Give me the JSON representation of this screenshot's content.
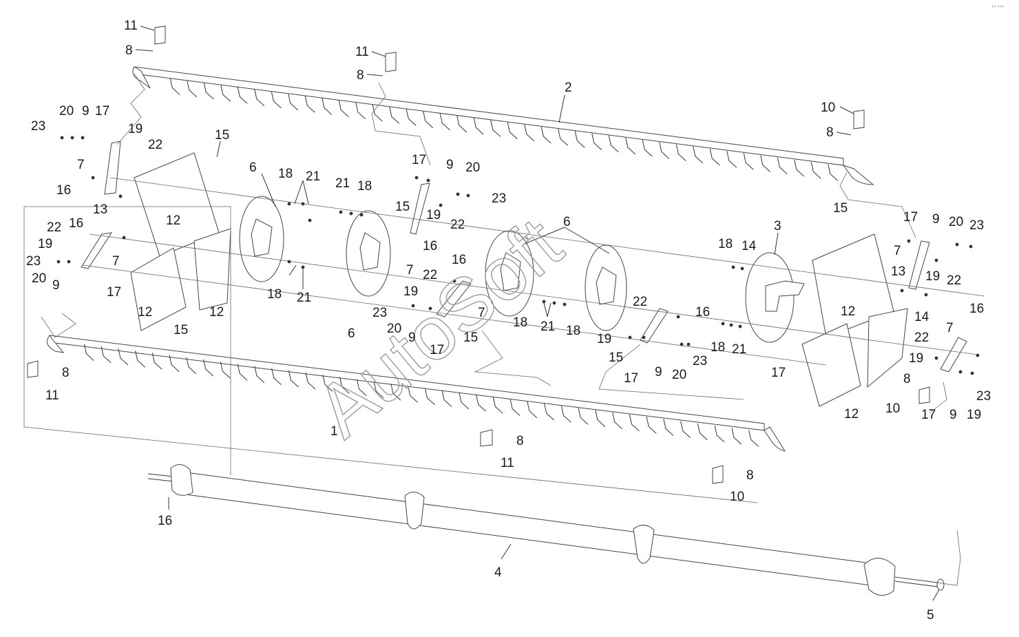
{
  "watermark": "AutoSoft",
  "corner_mark": "°° °°°",
  "callouts": {
    "c11a": "11",
    "c8a": "8",
    "c11b": "11",
    "c8b": "8",
    "c2": "2",
    "c10a": "10",
    "c8c": "8",
    "c23a": "23",
    "c20a": "20",
    "c9a": "9",
    "c17a": "17",
    "c19a": "19",
    "c22a": "22",
    "c15a": "15",
    "c7a": "7",
    "c16a": "16",
    "c13a": "13",
    "c12a": "12",
    "c22b": "22",
    "c16b": "16",
    "c19b": "19",
    "c23b": "23",
    "c20b": "20",
    "c9b": "9",
    "c7b": "7",
    "c17b": "17",
    "c12b": "12",
    "c15b": "15",
    "c12c": "12",
    "c6a": "6",
    "c18a": "18",
    "c21a": "21",
    "c18b": "18",
    "c21b": "21",
    "c21c": "21",
    "c18c": "18",
    "c6b": "6",
    "c17c": "17",
    "c9c": "9",
    "c20c": "20",
    "c23c": "23",
    "c15c": "15",
    "c19c": "19",
    "c22c": "22",
    "c16c": "16",
    "c7c": "7",
    "c6c": "6",
    "c16d": "16",
    "c22d": "22",
    "c19d": "19",
    "c23d": "23",
    "c20d": "20",
    "c9d": "9",
    "c7d": "7",
    "c15d": "15",
    "c17d": "17",
    "c18d": "18",
    "c21d": "21",
    "c18e": "18",
    "c22e": "22",
    "c16e": "16",
    "c19e": "19",
    "c15e": "15",
    "c17e": "17",
    "c9e": "9",
    "c20e": "20",
    "c23e": "23",
    "c18f": "18",
    "c21e": "21",
    "c18g": "18",
    "c14a": "14",
    "c3": "3",
    "c15f": "15",
    "c17f": "17",
    "c9f": "9",
    "c20f": "20",
    "c23f": "23",
    "c7e": "7",
    "c19f": "19",
    "c22f": "22",
    "c13b": "13",
    "c12d": "12",
    "c16f": "16",
    "c14b": "14",
    "c7f": "7",
    "c22g": "22",
    "c19g": "19",
    "c17g": "17",
    "c8d": "8",
    "c10b": "10",
    "c17h": "17",
    "c9g": "9",
    "c19h": "19",
    "c23g": "23",
    "c12e": "12",
    "c8e": "8",
    "c11c": "11",
    "c1": "1",
    "c8f": "8",
    "c11d": "11",
    "c8g": "8",
    "c10c": "10",
    "c16g": "16",
    "c4": "4",
    "c5": "5"
  }
}
